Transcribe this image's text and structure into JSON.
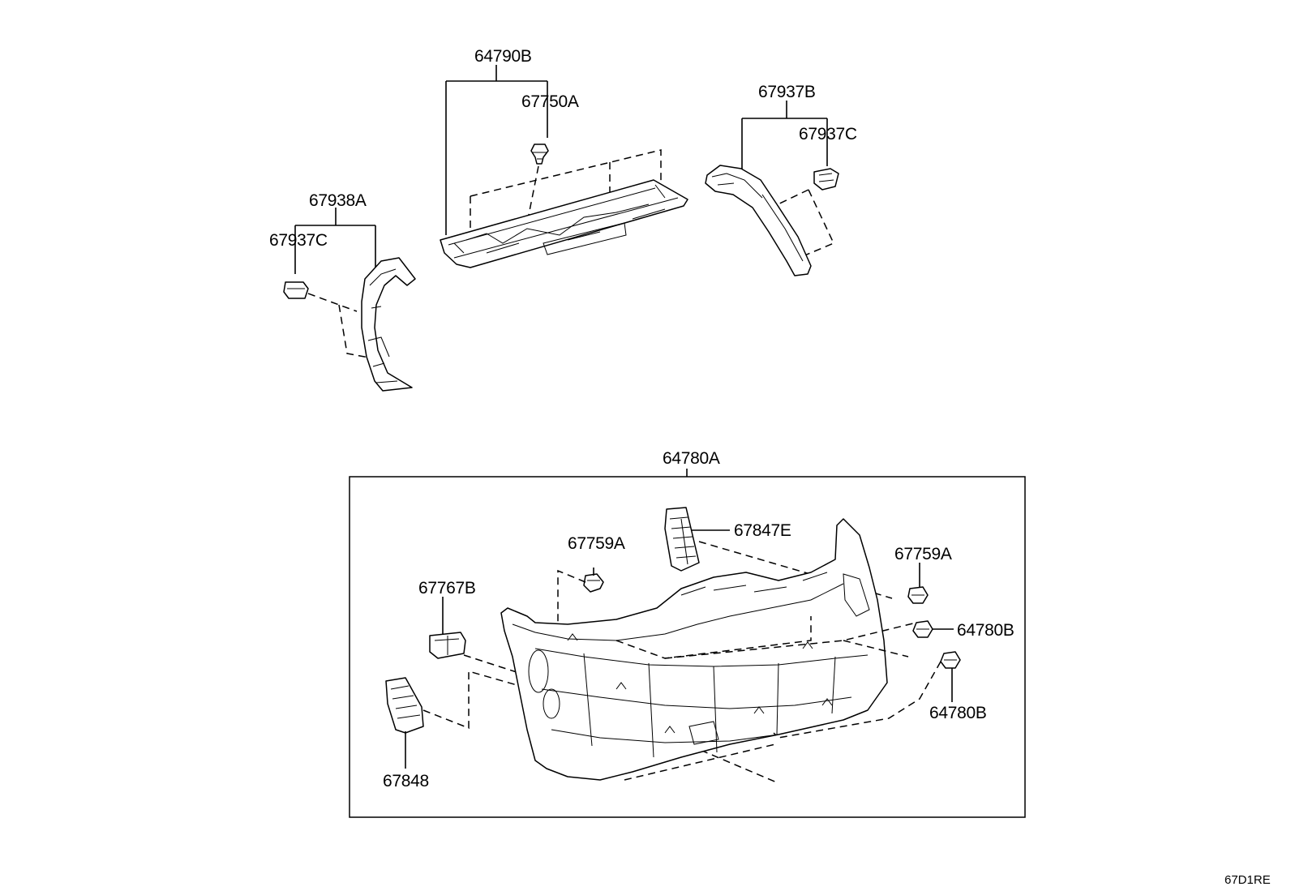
{
  "diagram": {
    "callouts": {
      "p_64790B": "64790B",
      "p_67750A": "67750A",
      "p_67937B": "67937B",
      "p_67937C_right": "67937C",
      "p_67938A": "67938A",
      "p_67937C_left": "67937C",
      "p_64780A": "64780A",
      "p_67847E": "67847E",
      "p_67759A_left": "67759A",
      "p_67759A_right": "67759A",
      "p_67767B": "67767B",
      "p_64780B_upper": "64780B",
      "p_64780B_lower": "64780B",
      "p_67848": "67848"
    },
    "figure_code": "67D1RE"
  }
}
